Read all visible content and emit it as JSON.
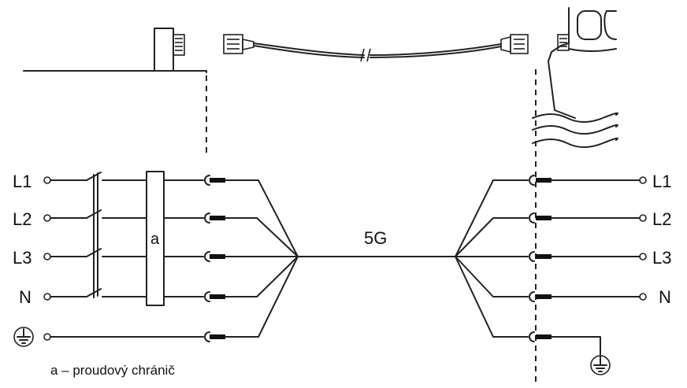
{
  "left_terminals": [
    "L1",
    "L2",
    "L3",
    "N"
  ],
  "right_terminals": [
    "L1",
    "L2",
    "L3",
    "N"
  ],
  "cable_label": "5G",
  "rcd_label": "a",
  "legend": "a – proudový chránič",
  "icons": [
    "ground-icon",
    "plug-connector-icon",
    "washing-machine-icon"
  ]
}
